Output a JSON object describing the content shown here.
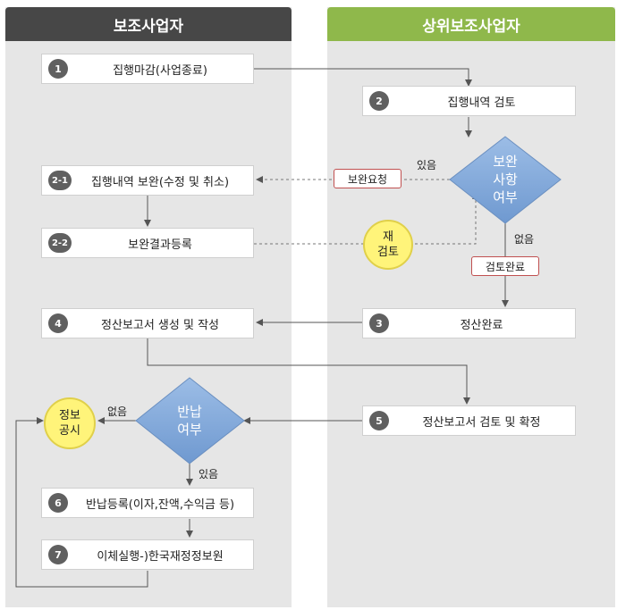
{
  "lanes": {
    "left_title": "보조사업자",
    "right_title": "상위보조사업자"
  },
  "steps": {
    "s1": {
      "num": "1",
      "label": "집행마감(사업종료)"
    },
    "s2": {
      "num": "2",
      "label": "집행내역 검토"
    },
    "s2_1": {
      "num": "2-1",
      "label": "집행내역 보완(수정 및 취소)"
    },
    "s2_2": {
      "num": "2-2",
      "label": "보완결과등록"
    },
    "s3": {
      "num": "3",
      "label": "정산완료"
    },
    "s4": {
      "num": "4",
      "label": "정산보고서 생성 및 작성"
    },
    "s5": {
      "num": "5",
      "label": "정산보고서 검토 및 확정"
    },
    "s6": {
      "num": "6",
      "label": "반납등록(이자,잔액,수익금 등)"
    },
    "s7": {
      "num": "7",
      "label": "이체실행-)한국재정정보원"
    }
  },
  "decisions": {
    "review": {
      "line1": "보완",
      "line2": "사항",
      "line3": "여부"
    },
    "refund": {
      "line1": "반납",
      "line2": "여부"
    }
  },
  "tags": {
    "supplement_request": "보완요청",
    "review_done": "검토완료"
  },
  "circles": {
    "re_review": {
      "line1": "재",
      "line2": "검토"
    },
    "info_disclosure": {
      "line1": "정보",
      "line2": "공시"
    }
  },
  "branch_labels": {
    "review_yes": "있음",
    "review_no": "없음",
    "refund_no": "없음",
    "refund_yes": "있음"
  },
  "colors": {
    "left_header": "#474747",
    "right_header": "#8fb84b",
    "diamond": "#7ea6d8",
    "circle": "#fff47a",
    "tag_border": "#c05050"
  }
}
